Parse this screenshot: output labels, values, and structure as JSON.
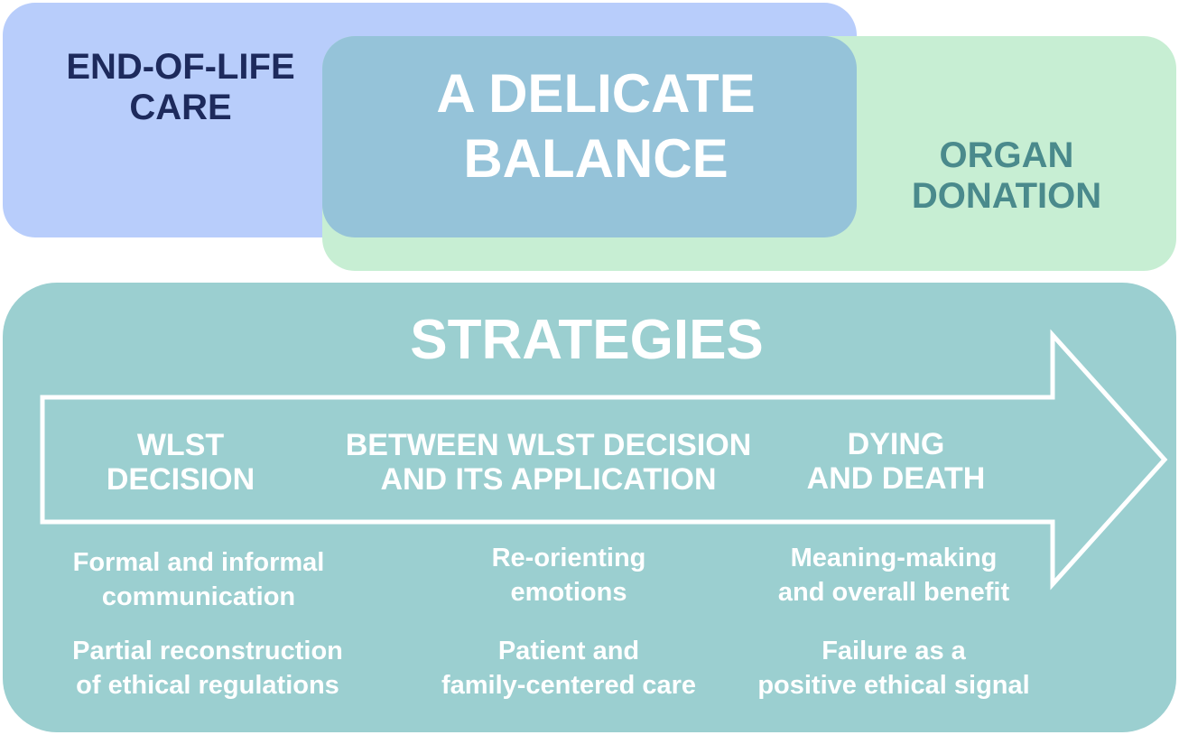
{
  "colors": {
    "end_of_life_fill": "#b8cdfb",
    "organ_donation_fill": "#c7eed3",
    "overlap_fill": "#95c3d9",
    "strategies_fill": "#9bcfd0",
    "end_of_life_text": "#1d2a5c",
    "organ_donation_text": "#4a8a8c",
    "light_text": "#ffffff"
  },
  "top": {
    "end_of_life": [
      "END-OF-LIFE",
      "CARE"
    ],
    "balance": [
      "A DELICATE",
      "BALANCE"
    ],
    "organ_donation": [
      "ORGAN",
      "DONATION"
    ]
  },
  "strategies": {
    "title": "STRATEGIES",
    "phases": [
      {
        "label": [
          "WLST",
          "DECISION"
        ],
        "items": [
          [
            "Formal and informal",
            "communication"
          ],
          [
            "Partial reconstruction",
            "of ethical regulations"
          ]
        ]
      },
      {
        "label": [
          "BETWEEN WLST DECISION",
          "AND ITS APPLICATION"
        ],
        "items": [
          [
            "Re-orienting",
            "emotions"
          ],
          [
            "Patient and",
            "family-centered care"
          ]
        ]
      },
      {
        "label": [
          "DYING",
          "AND DEATH"
        ],
        "items": [
          [
            "Meaning-making",
            "and overall benefit"
          ],
          [
            "Failure as a",
            "positive ethical signal"
          ]
        ]
      }
    ]
  }
}
